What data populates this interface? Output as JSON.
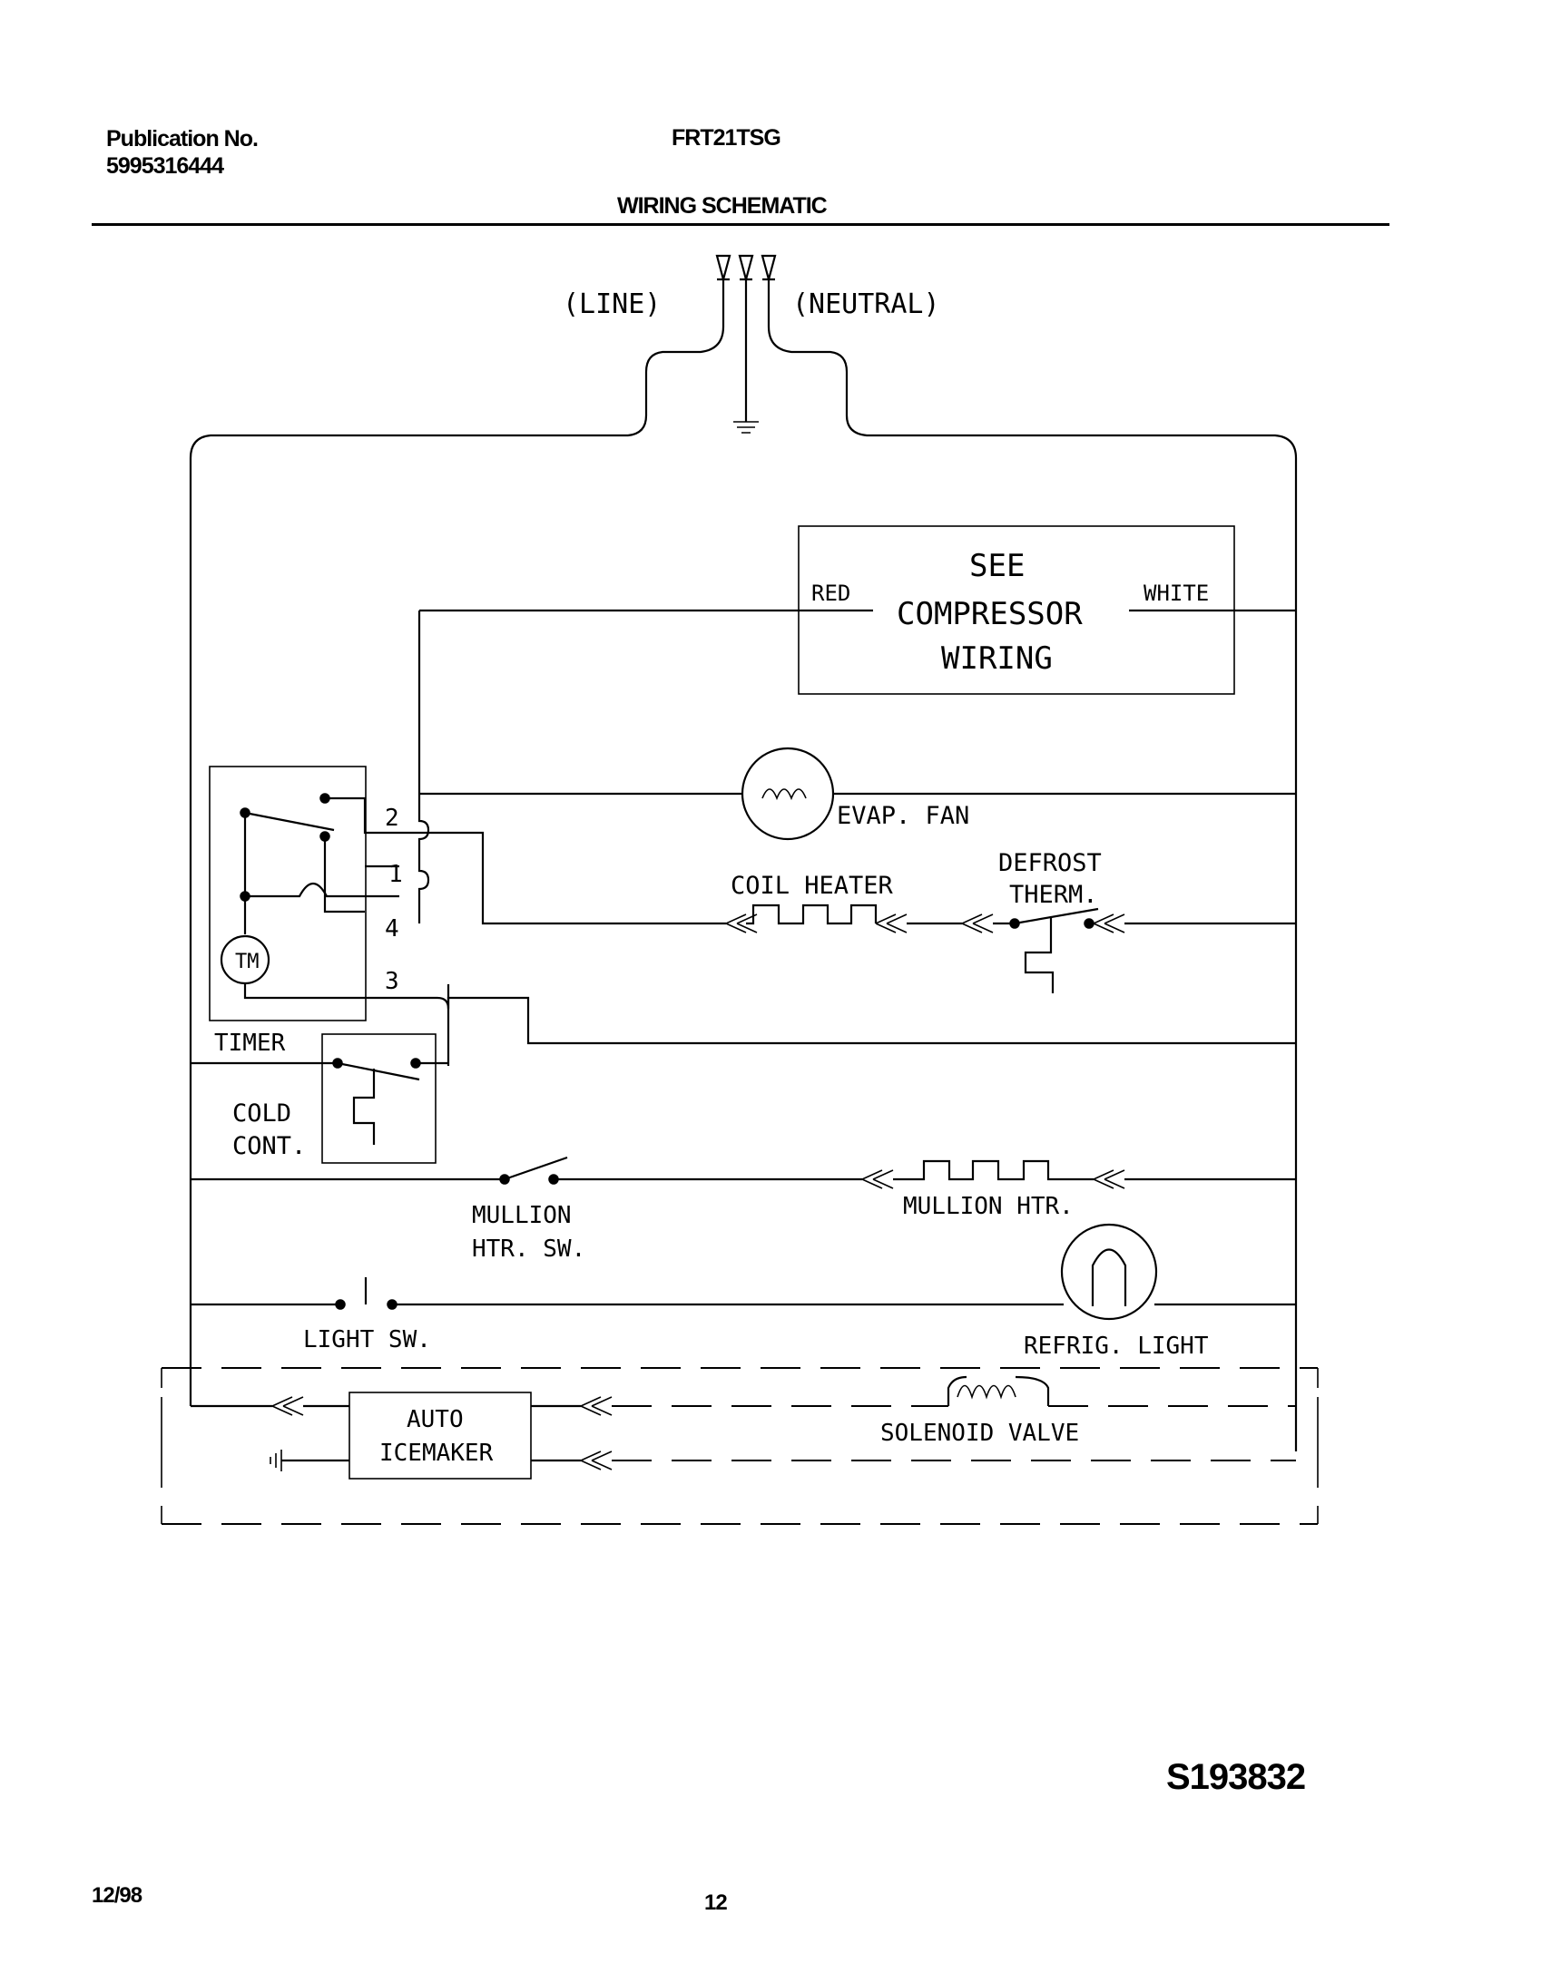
{
  "header": {
    "publication_label": "Publication No.",
    "publication_number": "5995316444",
    "model": "FRT21TSG",
    "title": "WIRING SCHEMATIC"
  },
  "schematic": {
    "line_label": "(LINE)",
    "neutral_label": "(NEUTRAL)",
    "compressor_box": {
      "line1": "SEE",
      "line2": "COMPRESSOR",
      "line3": "WIRING",
      "left_wire": "RED",
      "right_wire": "WHITE"
    },
    "evap_fan": "EVAP. FAN",
    "coil_heater": "COIL HEATER",
    "defrost_therm_1": "DEFROST",
    "defrost_therm_2": "THERM.",
    "timer": "TIMER",
    "timer_motor": "TM",
    "timer_terminals": [
      "2",
      "1",
      "4",
      "3"
    ],
    "cold_cont_1": "COLD",
    "cold_cont_2": "CONT.",
    "mullion_sw_1": "MULLION",
    "mullion_sw_2": "HTR. SW.",
    "mullion_htr": "MULLION HTR.",
    "light_sw": "LIGHT SW.",
    "refrig_light": "REFRIG. LIGHT",
    "icemaker_1": "AUTO",
    "icemaker_2": "ICEMAKER",
    "solenoid_valve": "SOLENOID VALVE"
  },
  "figure_id": "S193832",
  "footer": {
    "date": "12/98",
    "page": "12"
  }
}
